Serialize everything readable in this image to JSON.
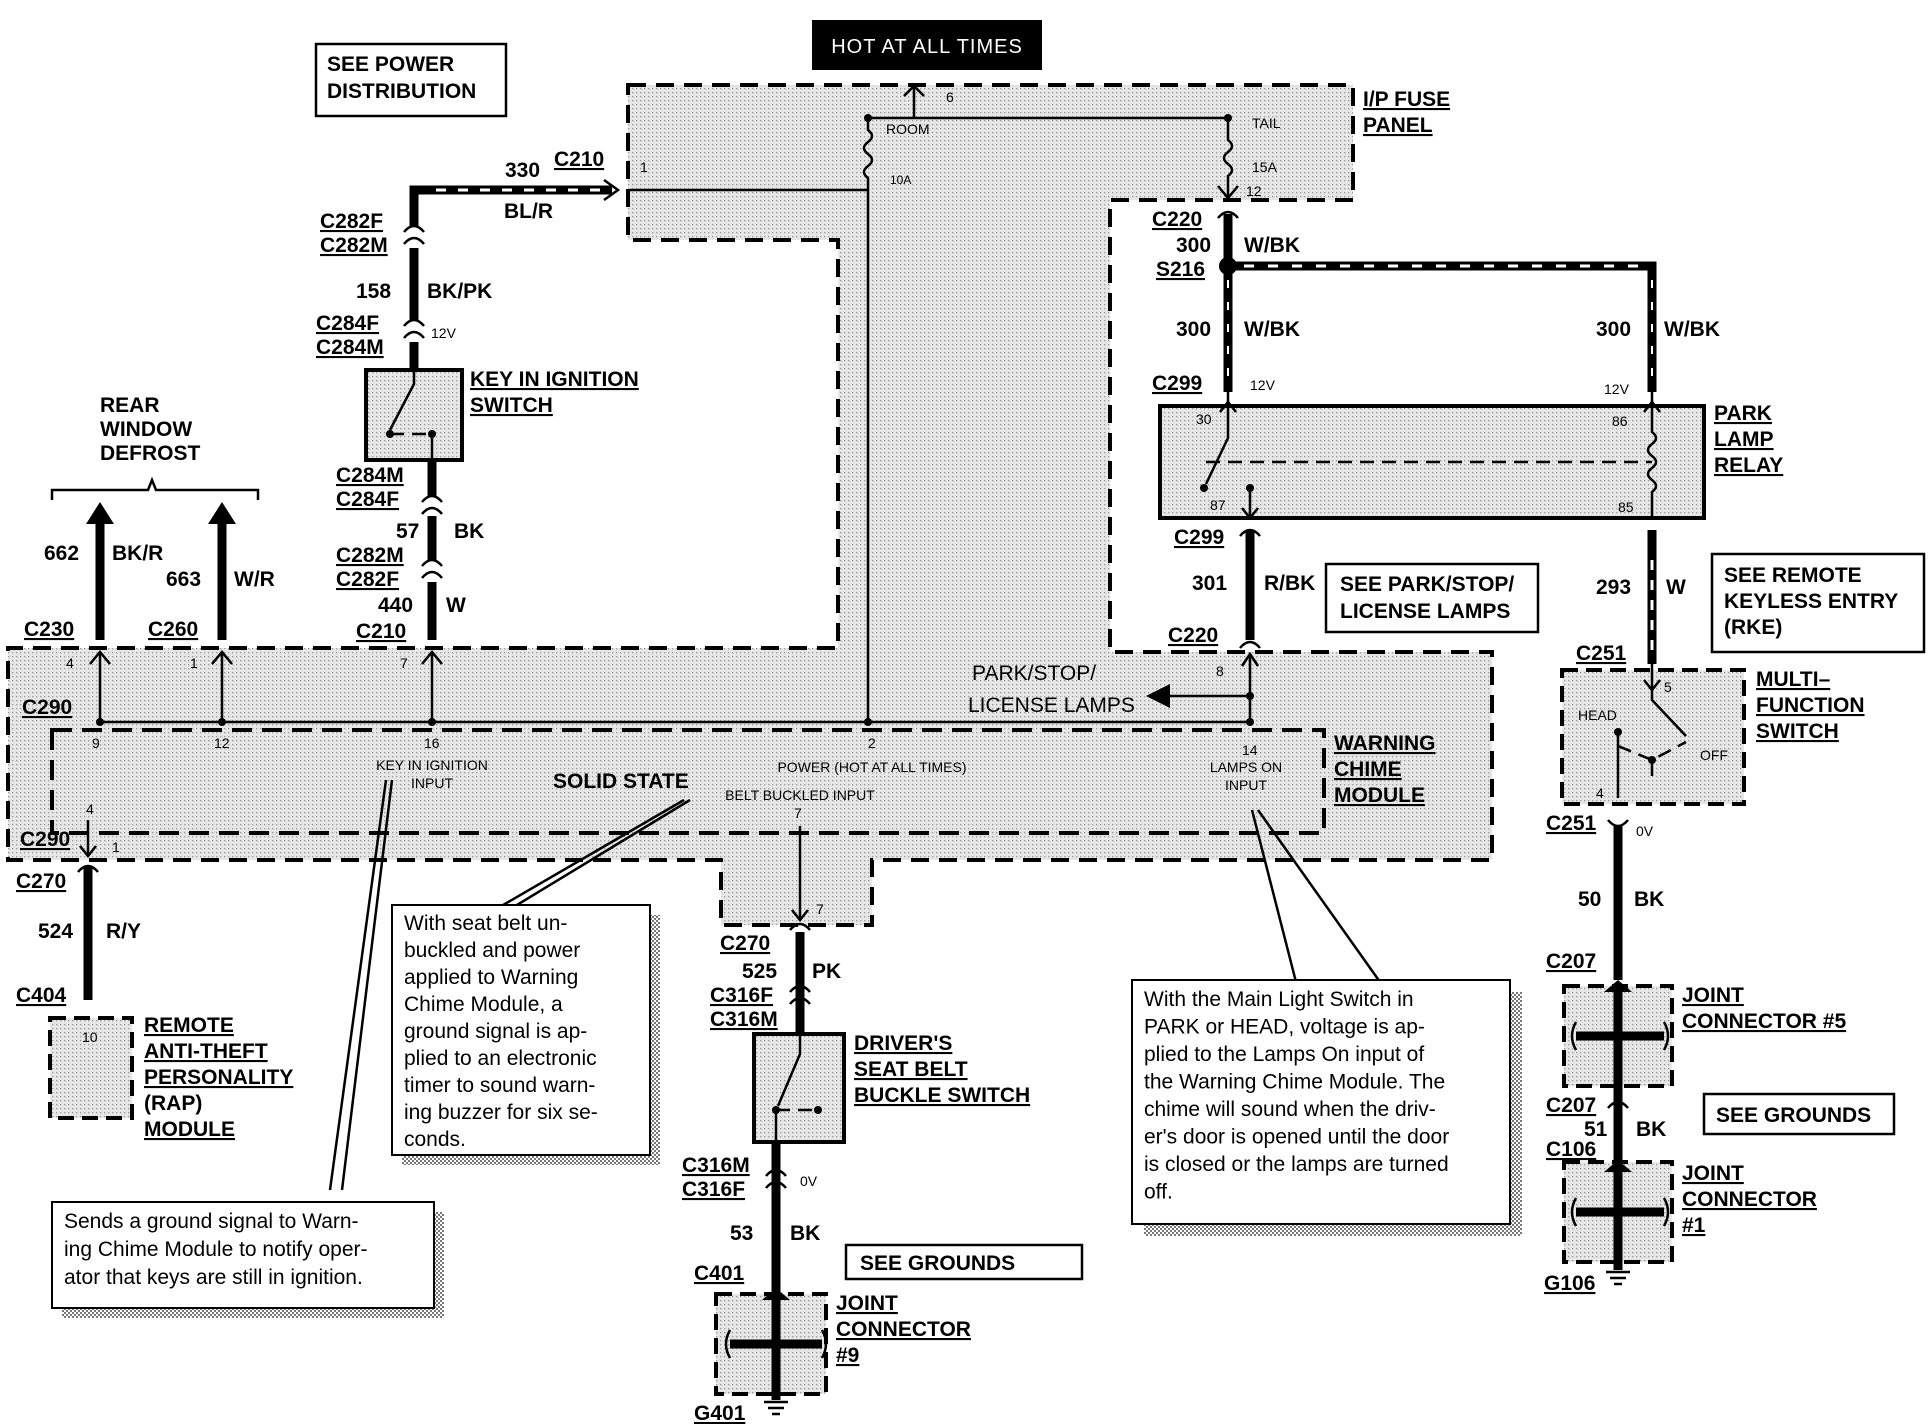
{
  "header": {
    "hot": "HOT AT ALL TIMES"
  },
  "refs": {
    "power_dist_1": "SEE POWER",
    "power_dist_2": "DISTRIBUTION",
    "park_lamps_1": "SEE PARK/STOP/",
    "park_lamps_2": "LICENSE LAMPS",
    "rke_1": "SEE REMOTE",
    "rke_2": "KEYLESS ENTRY",
    "rke_3": "(RKE)",
    "grounds_a": "SEE GROUNDS",
    "grounds_b": "SEE GROUNDS"
  },
  "components": {
    "ip_fuse_1": "I/P FUSE",
    "ip_fuse_2": "PANEL",
    "room": "ROOM",
    "room_amp": "10A",
    "tail": "TAIL",
    "tail_amp": "15A",
    "key_switch_1": "KEY IN IGNITION",
    "key_switch_2": "SWITCH",
    "rear_1": "REAR",
    "rear_2": "WINDOW",
    "rear_3": "DEFROST",
    "park_relay_1": "PARK",
    "park_relay_2": "LAMP",
    "park_relay_3": "RELAY",
    "chime_1": "WARNING",
    "chime_2": "CHIME",
    "chime_3": "MODULE",
    "solid_state": "SOLID STATE",
    "key_input_1": "KEY IN IGNITION",
    "key_input_2": "INPUT",
    "power_input": "POWER (HOT AT ALL TIMES)",
    "belt_input": "BELT BUCKLED INPUT",
    "lamps_input_1": "LAMPS ON",
    "lamps_input_2": "INPUT",
    "park_stop_1": "PARK/STOP/",
    "park_stop_2": "LICENSE LAMPS",
    "multi_1": "MULTI–",
    "multi_2": "FUNCTION",
    "multi_3": "SWITCH",
    "head": "HEAD",
    "off": "OFF",
    "rap_1": "REMOTE",
    "rap_2": "ANTI-THEFT",
    "rap_3": "PERSONALITY",
    "rap_4": "(RAP)",
    "rap_5": "MODULE",
    "seatbelt_1": "DRIVER'S",
    "seatbelt_2": "SEAT BELT",
    "seatbelt_3": "BUCKLE SWITCH",
    "jc5_1": "JOINT",
    "jc5_2": "CONNECTOR #5",
    "jc1_1": "JOINT",
    "jc1_2": "CONNECTOR",
    "jc1_3": "#1",
    "jc9_1": "JOINT",
    "jc9_2": "CONNECTOR",
    "jc9_3": "#9"
  },
  "connectors": {
    "c210_top": "C210",
    "c282f_a": "C282F",
    "c282m_a": "C282M",
    "c284f_a": "C284F",
    "c284m_a": "C284M",
    "c284m_b": "C284M",
    "c284f_b": "C284F",
    "c282m_b": "C282M",
    "c282f_b": "C282F",
    "c210_bot": "C210",
    "c230": "C230",
    "c260": "C260",
    "c290_a": "C290",
    "c290_b": "C290",
    "c220_a": "C220",
    "s216": "S216",
    "c299_a": "C299",
    "c299_b": "C299",
    "c220_b": "C220",
    "c251_a": "C251",
    "c251_b": "C251",
    "c207_a": "C207",
    "c207_b": "C207",
    "c106": "C106",
    "g106": "G106",
    "c270_a": "C270",
    "c404": "C404",
    "c270_b": "C270",
    "c316f_a": "C316F",
    "c316m_a": "C316M",
    "c316m_b": "C316M",
    "c316f_b": "C316F",
    "c401": "C401",
    "g401": "G401"
  },
  "circuits": {
    "w330": "330",
    "w330c": "BL/R",
    "w158": "158",
    "w158c": "BK/PK",
    "w57": "57",
    "w57c": "BK",
    "w440": "440",
    "w440c": "W",
    "w662": "662",
    "w662c": "BK/R",
    "w663": "663",
    "w663c": "W/R",
    "w300a": "300",
    "w300ac": "W/BK",
    "w300b": "300",
    "w300bc": "W/BK",
    "w300c": "300",
    "w300cc": "W/BK",
    "w301": "301",
    "w301c": "R/BK",
    "w293": "293",
    "w293c": "W",
    "w50": "50",
    "w50c": "BK",
    "w51": "51",
    "w51c": "BK",
    "w524": "524",
    "w524c": "R/Y",
    "w525": "525",
    "w525c": "PK",
    "w53": "53",
    "w53c": "BK"
  },
  "pins": {
    "p6": "6",
    "p1": "1",
    "p12": "12",
    "v12a": "12V",
    "v12b": "12V",
    "v12c": "12V",
    "p30": "30",
    "p87": "87",
    "p86": "86",
    "p85": "85",
    "p4a": "4",
    "p1b": "1",
    "p7a": "7",
    "p9": "9",
    "p12b": "12",
    "p16": "16",
    "p2": "2",
    "p14": "14",
    "p8": "8",
    "p4b": "4",
    "p1c": "1",
    "p7b": "7",
    "p7c": "7",
    "p10": "10",
    "p5": "5",
    "p4c": "4",
    "v0a": "0V",
    "v0b": "0V"
  },
  "notes": {
    "seatbelt": [
      "With seat belt un-",
      "buckled and power",
      "applied to Warning",
      "Chime Module, a",
      "ground signal is ap-",
      "plied to an electronic",
      "timer to sound warn-",
      "ing buzzer for six se-",
      "conds."
    ],
    "key": [
      "Sends a ground signal to Warn-",
      "ing Chime Module to notify oper-",
      "ator that keys are still in ignition."
    ],
    "light": [
      "With the Main Light Switch in",
      "PARK or HEAD, voltage is ap-",
      "plied to the Lamps On input of",
      "the Warning Chime Module. The",
      "chime will sound when the driv-",
      "er's door is opened until the door",
      "is closed or the lamps are turned",
      "off."
    ]
  }
}
